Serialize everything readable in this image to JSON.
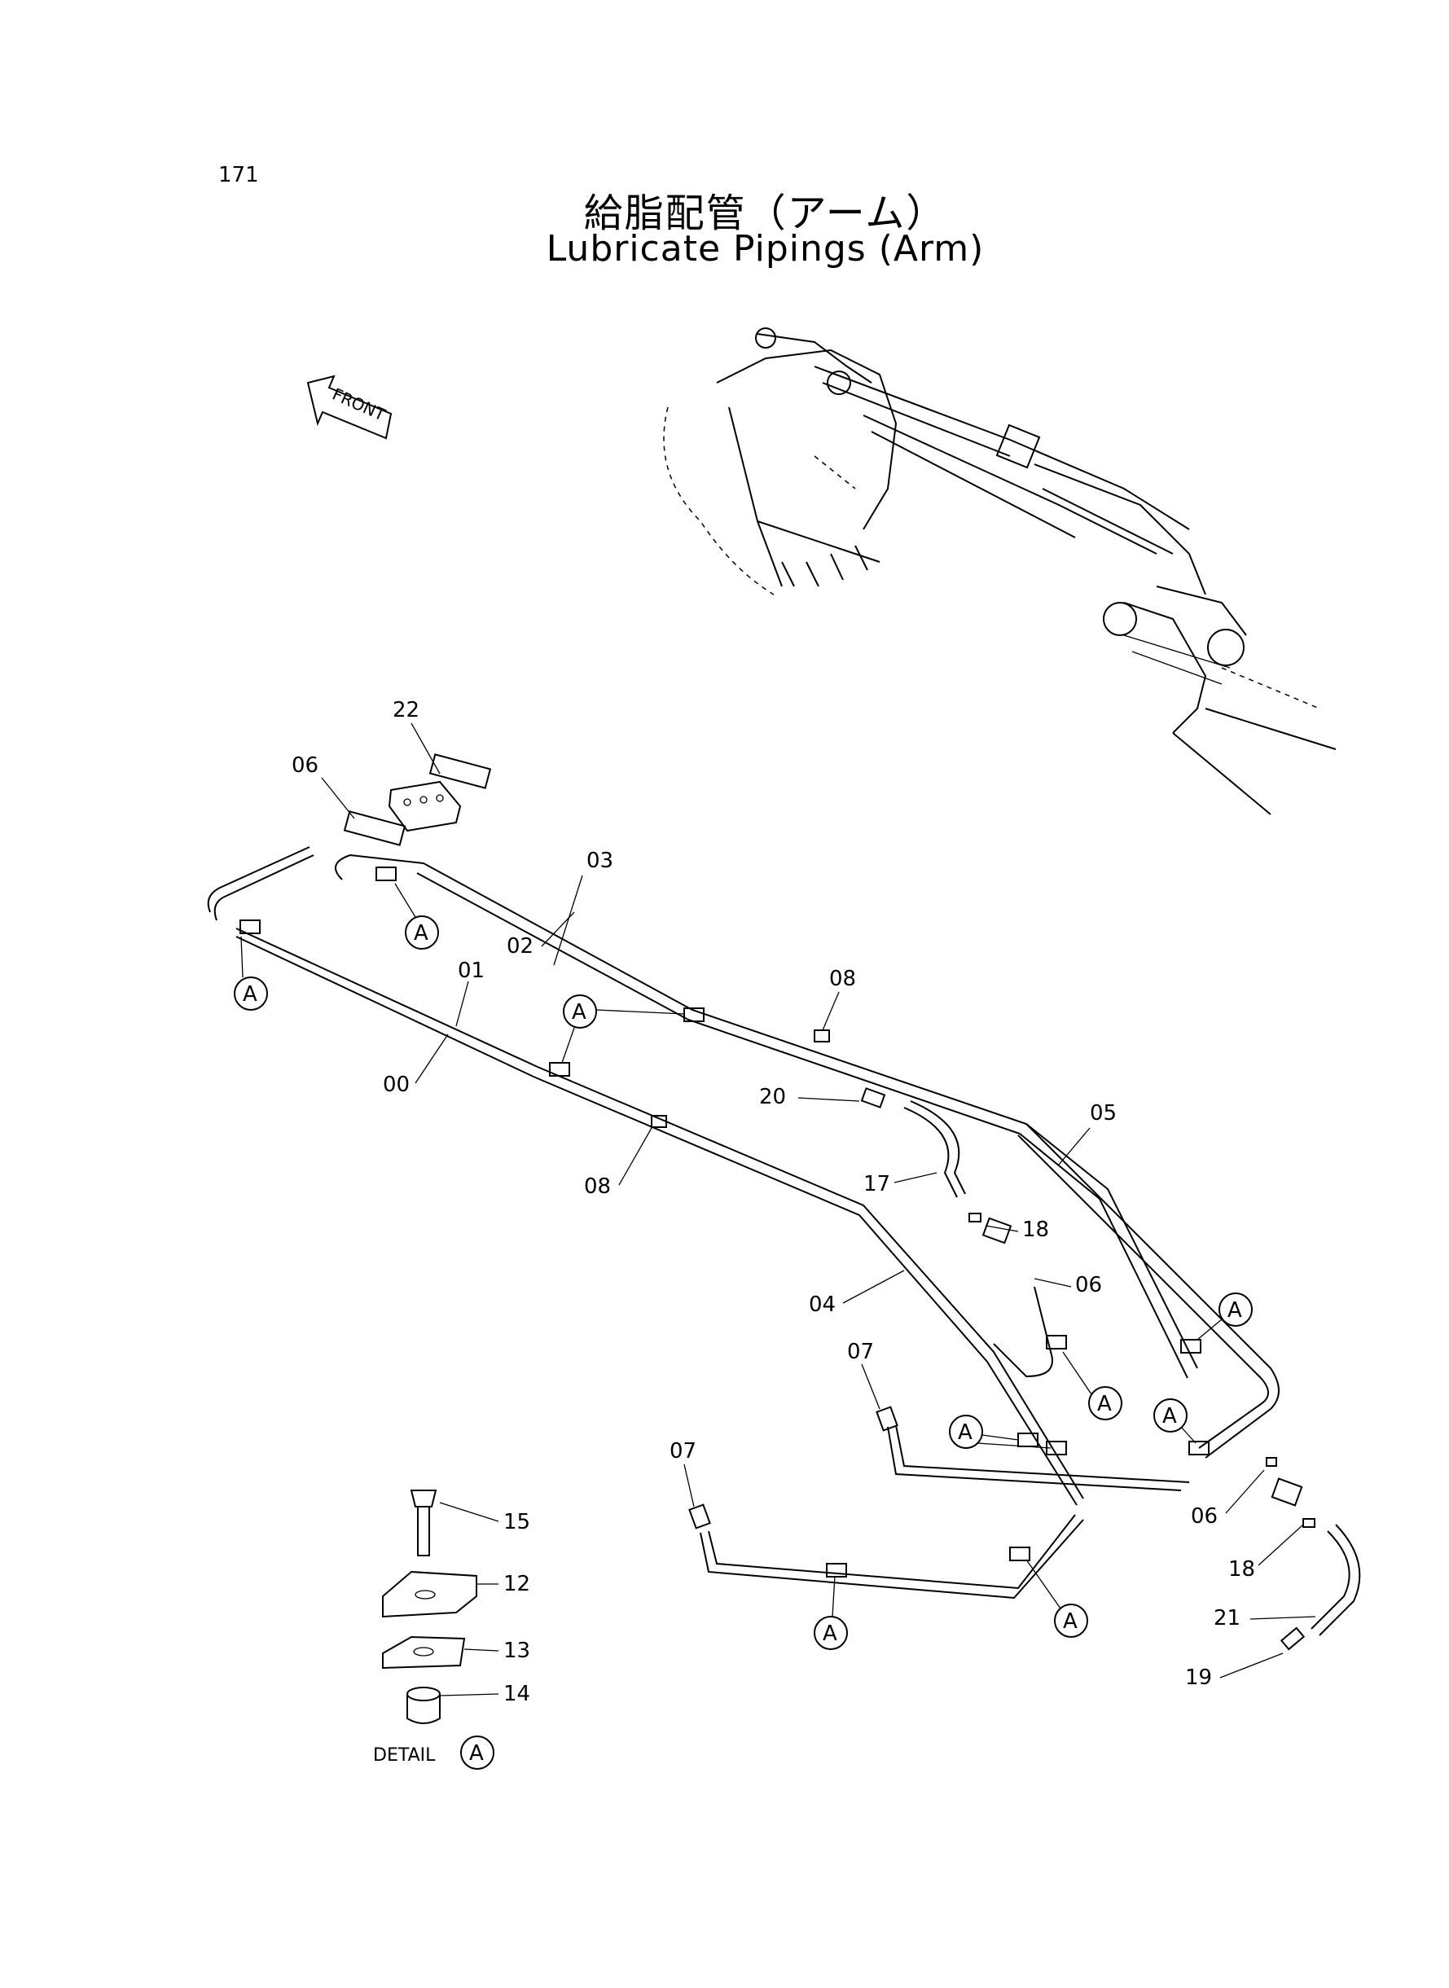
{
  "page_number": "171",
  "title_jp": "給脂配管（アーム）",
  "title_en": "Lubricate Pipings (Arm)",
  "front_label": "FRONT",
  "detail_label": "DETAIL",
  "callout_letter": "A",
  "part_labels": [
    "22",
    "06",
    "03",
    "02",
    "01",
    "00",
    "08",
    "20",
    "05",
    "17",
    "18",
    "06",
    "04",
    "07",
    "08",
    "07",
    "15",
    "12",
    "13",
    "14",
    "06",
    "18",
    "21",
    "19"
  ]
}
